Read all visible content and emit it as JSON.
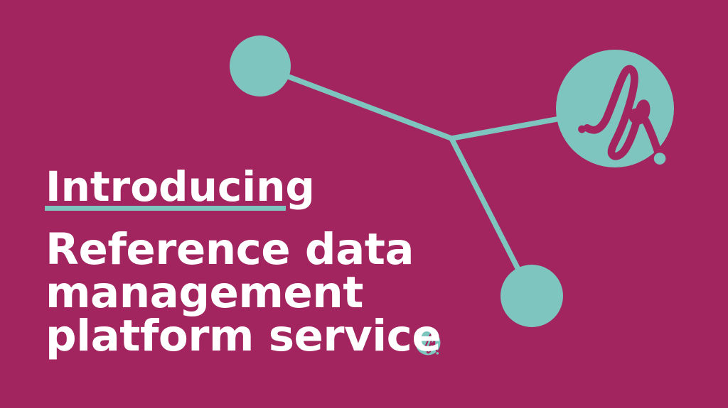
{
  "colors": {
    "background": "#A2255F",
    "teal": "#7EC5C0",
    "text": "#FFFFFF",
    "logo_magenta": "#A2255F"
  },
  "hero": {
    "kicker": "Introducing",
    "title_lines": [
      "Reference data",
      "management",
      "platform service"
    ]
  },
  "graphics": {
    "brand_logo_icon": "cursive-le-monogram-with-dots",
    "network_icon": "three-node-network"
  }
}
